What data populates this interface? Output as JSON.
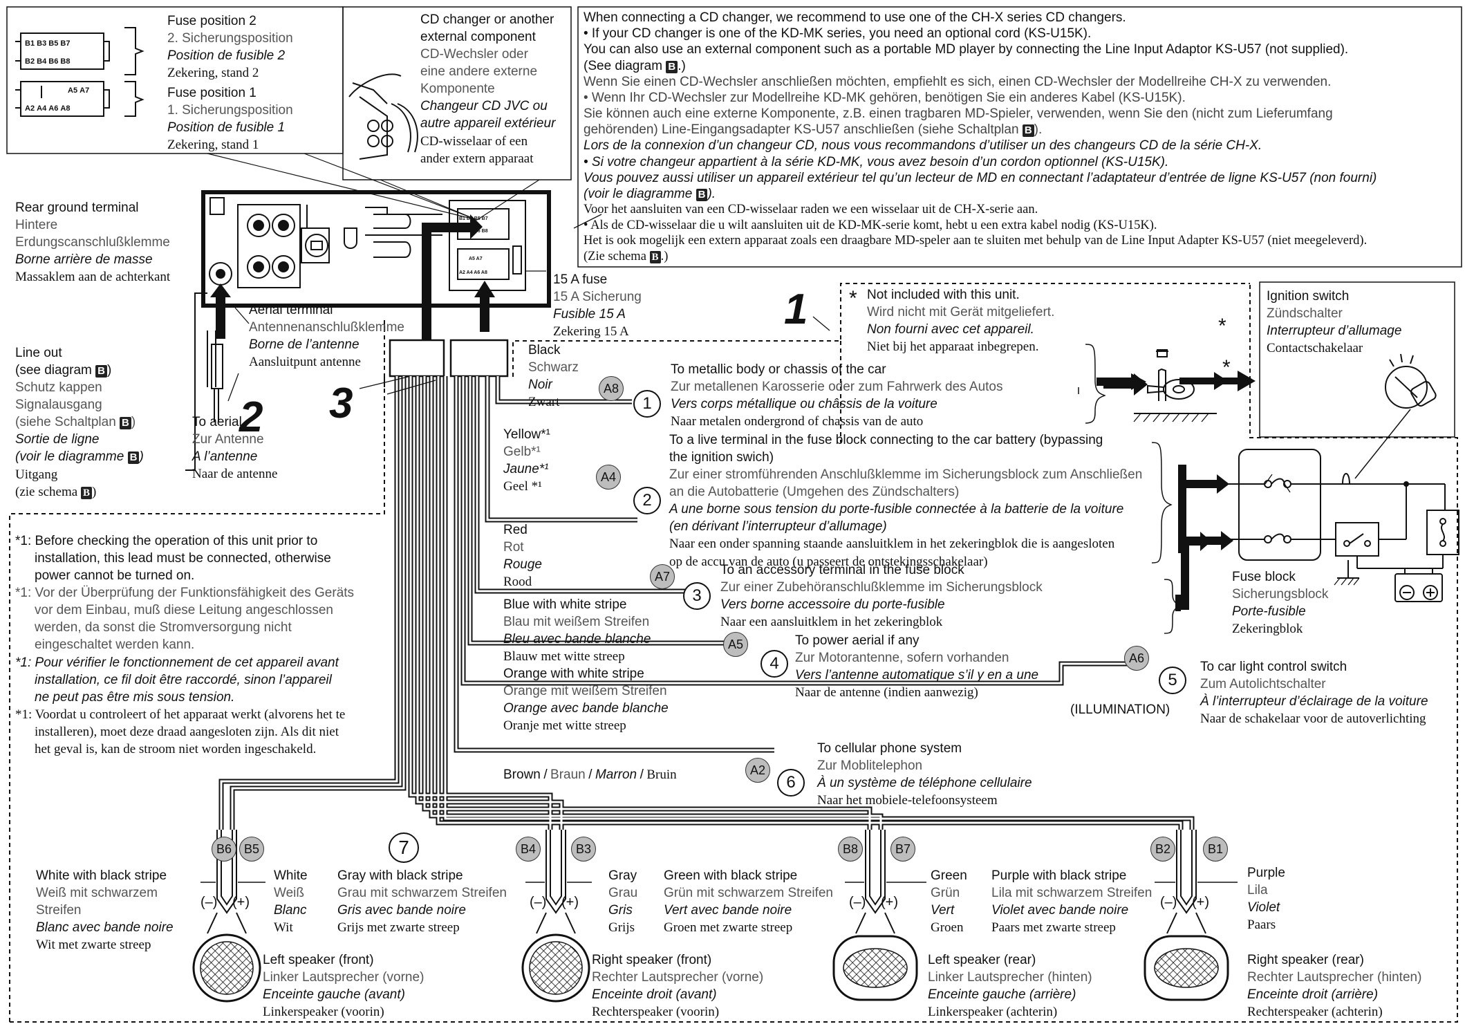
{
  "fuse_box": {
    "fuse2": [
      "Fuse position 2",
      "2. Sicherungsposition",
      "Position de fusible 2",
      "Zekering, stand 2"
    ],
    "fuse1": [
      "Fuse position 1",
      "1. Sicherungsposition",
      "Position de fusible 1",
      "Zekering, stand 1"
    ],
    "pins_b_top": [
      "B1",
      "B3",
      "B5",
      "B7"
    ],
    "pins_b_bot": [
      "B2",
      "B4",
      "B6",
      "B8"
    ],
    "pins_a_top": [
      "A5",
      "A7"
    ],
    "pins_a_bot": [
      "A2",
      "A4",
      "A6",
      "A8"
    ]
  },
  "cd_box": [
    "CD changer or another",
    "external component",
    "CD-Wechsler oder",
    "eine andere externe",
    "Komponente",
    "Changeur CD JVC ou",
    "autre appareil extérieur",
    "CD-wisselaar of een",
    "ander extern apparaat"
  ],
  "notes_box": [
    "When connecting a CD changer, we recommend to use one of the CH-X series CD changers.",
    "• If your CD changer is one of the KD-MK series, you need an optional cord (KS-U15K).",
    "You can also use an external component such as a portable MD player by connecting the Line Input Adaptor KS-U57 (not supplied).",
    "(See diagram",
    ".)",
    "Wenn Sie einen CD-Wechsler anschließen möchten, empfiehlt es sich, einen CD-Wechsler der Modellreihe CH-X zu verwenden.",
    "• Wenn Ihr CD-Wechsler zur Modellreihe KD-MK gehören, benötigen Sie ein anderes Kabel (KS-U15K).",
    "Sie können auch eine externe Komponente, z.B. einen tragbaren MD-Spieler, verwenden, wenn Sie den (nicht zum Lieferumfang",
    "gehörenden) Line-Eingangsadapter KS-U57 anschließen (siehe Schaltplan",
    ").",
    "Lors de la connexion d’un changeur CD, nous vous recommandons d’utiliser un des changeurs CD de la série CH-X.",
    "• Si votre changeur appartient à la série KD-MK, vous avez besoin d’un cordon optionnel (KS-U15K).",
    "Vous pouvez aussi utiliser un appareil extérieur tel qu’un lecteur de MD en connectant l’adaptateur d’entrée de ligne KS-U57 (non fourni)",
    "(voir le diagramme",
    ").",
    "Voor het aansluiten van een CD-wisselaar raden we een wisselaar uit de CH-X-serie aan.",
    "• Als de CD-wisselaar die u wilt aansluiten uit de KD-MK-serie komt, hebt u een extra kabel nodig (KS-U15K).",
    "Het is ook mogelijk een extern apparaat zoals een draagbare MD-speler aan te sluiten met behulp van de Line Input Adapter KS-U57 (niet meegeleverd).",
    "(Zie schema",
    ".)"
  ],
  "diagram_b": "B",
  "rear_ground": [
    "Rear ground terminal",
    "Hintere",
    "Erdungscanschlußklemme",
    "Borne arrière de masse",
    "Massaklem aan de achterkant"
  ],
  "aerial_terminal": [
    "Aerial terminal",
    "Antennenanschlußklemme",
    "Borne de l’antenne",
    "Aansluitpunt antenne"
  ],
  "fuse15": [
    "15 A fuse",
    "15 A Sicherung",
    "Fusible 15 A",
    "Zekering 15 A"
  ],
  "line_out": [
    "Line out",
    "(see diagram",
    ")",
    "Schutz kappen",
    "Signalausgang",
    "(siehe Schaltplan",
    ")",
    "Sortie de ligne",
    "(voir le diagramme",
    ")",
    "Uitgang",
    "(zie schema",
    ")"
  ],
  "to_aerial": [
    "To aerial",
    "Zur Antenne",
    "A l’antenne",
    "Naar de antenne"
  ],
  "callouts": {
    "one": "1",
    "two": "2",
    "three": "3"
  },
  "not_included": {
    "star": "*",
    "lines": [
      "Not included with this unit.",
      "Wird nicht mit Gerät mitgeliefert.",
      "Non fourni avec cet appareil.",
      "Niet bij het apparaat inbegrepen."
    ]
  },
  "ignition": [
    "Ignition switch",
    "Zündschalter",
    "Interrupteur d’allumage",
    "Contactschakelaar"
  ],
  "fuse_block": [
    "Fuse block",
    "Sicherungsblock",
    "Porte-fusible",
    "Zekeringblok"
  ],
  "wires": {
    "black": {
      "colors": [
        "Black",
        "Schwarz",
        "Noir",
        "Zwart"
      ],
      "badge": "A8",
      "num": "1",
      "dest": [
        "To metallic body or chassis of the car",
        "Zur metallenen Karosserie oder zum Fahrwerk des Autos",
        "Vers corps métallique ou châssis de la voiture",
        "Naar metalen ondergrond of chassis van de auto"
      ]
    },
    "yellow": {
      "colors": [
        "Yellow*¹",
        "Gelb*¹",
        "Jaune*¹",
        "Geel *¹"
      ],
      "badge": "A4",
      "num": "2",
      "dest": [
        "To a live terminal in the fuse block connecting to the car battery (bypassing",
        "the ignition swich)",
        "Zur einer stromführenden Anschlußklemme im Sicherungsblock zum Anschließen",
        "an die Autobatterie (Umgehen des Zündschalters)",
        "A une borne sous tension du porte-fusible connectée à la batterie de la voiture",
        "(en dérivant l’interrupteur d’allumage)",
        "Naar een onder spanning staande aansluitklem in het zekeringblok die is aangesloten",
        "op de accu van de auto (u passeert de ontstekingsschakelaar)"
      ]
    },
    "red": {
      "colors": [
        "Red",
        "Rot",
        "Rouge",
        "Rood"
      ],
      "badge": "A7",
      "num": "3",
      "dest": [
        "To an accessory terminal in the fuse block",
        "Zur einer Zubehöranschlußklemme im Sicherungsblock",
        "Vers borne accessoire du porte-fusible",
        "Naar een aansluitklem in het zekeringblok"
      ]
    },
    "blue": {
      "colors": [
        "Blue with white stripe",
        "Blau mit weißem Streifen",
        "Bleu avec bande blanche",
        "Blauw met witte streep"
      ],
      "badge": "A5",
      "num": "4",
      "dest": [
        "To power aerial if any",
        "Zur Motorantenne, sofern vorhanden",
        "Vers l’antenne automatique s’il y en a une",
        "Naar de antenne (indien aanwezig)"
      ]
    },
    "orange": {
      "colors": [
        "Orange with white stripe",
        "Orange mit weißem Streifen",
        "Orange avec bande blanche",
        "Oranje met witte streep"
      ],
      "badge": "A6",
      "num": "5",
      "illum": "(ILLUMINATION)",
      "dest": [
        "To car light control switch",
        "Zum Autolichtschalter",
        "À l’interrupteur d’éclairage de la voiture",
        "Naar de schakelaar voor de autoverlichting"
      ]
    },
    "brown": {
      "colors": [
        "Brown",
        "Braun",
        "Marron",
        "Bruin"
      ],
      "sep": "/",
      "badge": "A2",
      "num": "6",
      "dest": [
        "To cellular phone system",
        "Zur Moblitelephon",
        "À un système de téléphone cellulaire",
        "Naar het mobiele-telefoonsysteem"
      ]
    }
  },
  "footnote": {
    "en": [
      "*1: Before checking the operation of this unit prior to",
      "installation, this lead must be connected, otherwise",
      "power cannot be turned on."
    ],
    "de": [
      "*1: Vor der Überprüfung der Funktionsfähigkeit des Geräts",
      "vor dem Einbau, muß diese Leitung angeschlossen",
      "werden, da sonst die Stromversorgung nicht",
      "eingeschaltet werden kann."
    ],
    "fr": [
      "*1: Pour vérifier le fonctionnement de cet appareil avant",
      "installation, ce fil doit être raccordé, sinon l’appareil",
      "ne peut pas être mis sous tension."
    ],
    "nl": [
      "*1: Voordat u controleert of het apparaat werkt (alvorens het te",
      "installeren), moet deze draad aangesloten zijn. Als dit niet",
      "het geval is, kan de stroom niet worden ingeschakeld."
    ]
  },
  "speaker_num": "7",
  "polarity": {
    "neg": "(–)",
    "pos": "(+)"
  },
  "speakers": [
    {
      "bneg": "B6",
      "bpos": "B5",
      "neg": [
        "White with black stripe",
        "Weiß mit schwarzem",
        "Streifen",
        "Blanc avec bande noire",
        "Wit met zwarte streep"
      ],
      "pos": [
        "White",
        "Weiß",
        "Blanc",
        "Wit"
      ],
      "name": [
        "Left speaker (front)",
        "Linker Lautsprecher (vorne)",
        "Enceinte gauche (avant)",
        "Linkerspeaker (voorin)"
      ]
    },
    {
      "bneg": "B4",
      "bpos": "B3",
      "neg": [
        "Gray with black stripe",
        "Grau mit schwarzem Streifen",
        "Gris avec bande noire",
        "Grijs met zwarte streep"
      ],
      "pos": [
        "Gray",
        "Grau",
        "Gris",
        "Grijs"
      ],
      "name": [
        "Right speaker (front)",
        "Rechter Lautsprecher (vorne)",
        "Enceinte droit (avant)",
        "Rechterspeaker (voorin)"
      ]
    },
    {
      "bneg": "B8",
      "bpos": "B7",
      "neg": [
        "Green with black stripe",
        "Grün mit schwarzem Streifen",
        "Vert avec bande noire",
        "Groen met zwarte streep"
      ],
      "pos": [
        "Green",
        "Grün",
        "Vert",
        "Groen"
      ],
      "name": [
        "Left speaker (rear)",
        "Linker Lautsprecher (hinten)",
        "Enceinte gauche (arrière)",
        "Linkerspeaker (achterin)"
      ]
    },
    {
      "bneg": "B2",
      "bpos": "B1",
      "neg": [
        "Purple with black stripe",
        "Lila mit schwarzem Streifen",
        "Violet avec bande noire",
        "Paars met zwarte streep"
      ],
      "pos": [
        "Purple",
        "Lila",
        "Violet",
        "Paars"
      ],
      "name": [
        "Right speaker (rear)",
        "Rechter Lautsprecher (hinten)",
        "Enceinte droit (arrière)",
        "Rechterspeaker (achterin)"
      ]
    }
  ]
}
